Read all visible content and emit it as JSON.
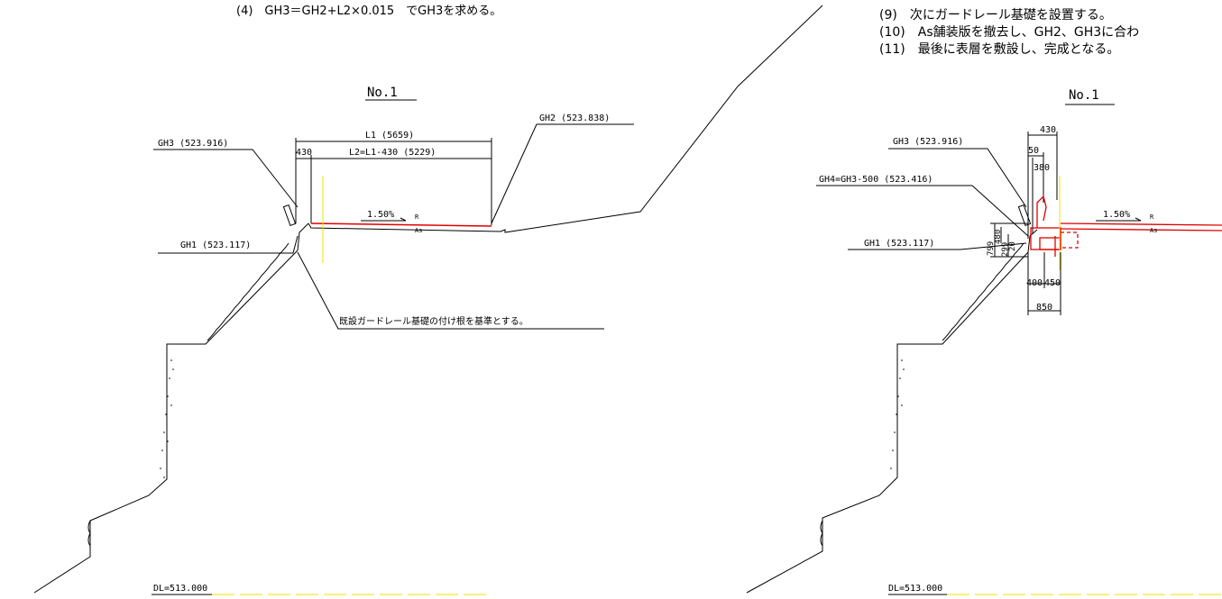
{
  "notes": {
    "step4": "(4)　GH3＝GH2+L2×0.015　でGH3を求める。",
    "step9": "(9)　次にガードレール基礎を設置する。",
    "step10": "(10)　As舗装版を撤去し、GH2、GH3に合わ",
    "step11": "(11)　最後に表層を敷設し、完成となる。"
  },
  "left_section": {
    "title": "No.1",
    "gh3": "GH3 (523.916)",
    "gh2": "GH2 (523.838)",
    "gh1": "GH1 (523.117)",
    "l1": "L1 (5659)",
    "l2": "L2=L1-430 (5229)",
    "dim430": "430",
    "slope": "1.50%",
    "r": "R",
    "as": "As",
    "note": "既設ガードレール基礎の付け根を基準とする。",
    "datum": "DL=513.000"
  },
  "right_section": {
    "title": "No.1",
    "gh3": "GH3 (523.916)",
    "gh4": "GH4=GH3-500 (523.416)",
    "gh1": "GH1 (523.117)",
    "dim430": "430",
    "dim50": "50",
    "dim380": "380",
    "dim799": "799",
    "dim480": "480",
    "dim299": "299",
    "dim20": "20",
    "dim400": "400",
    "dim450": "450",
    "dim850": "850",
    "slope": "1.50%",
    "r": "R",
    "as": "As",
    "datum": "DL=513.000"
  },
  "colors": {
    "line": "#000000",
    "pavement": "#e00000",
    "centerline": "#f0e000"
  }
}
